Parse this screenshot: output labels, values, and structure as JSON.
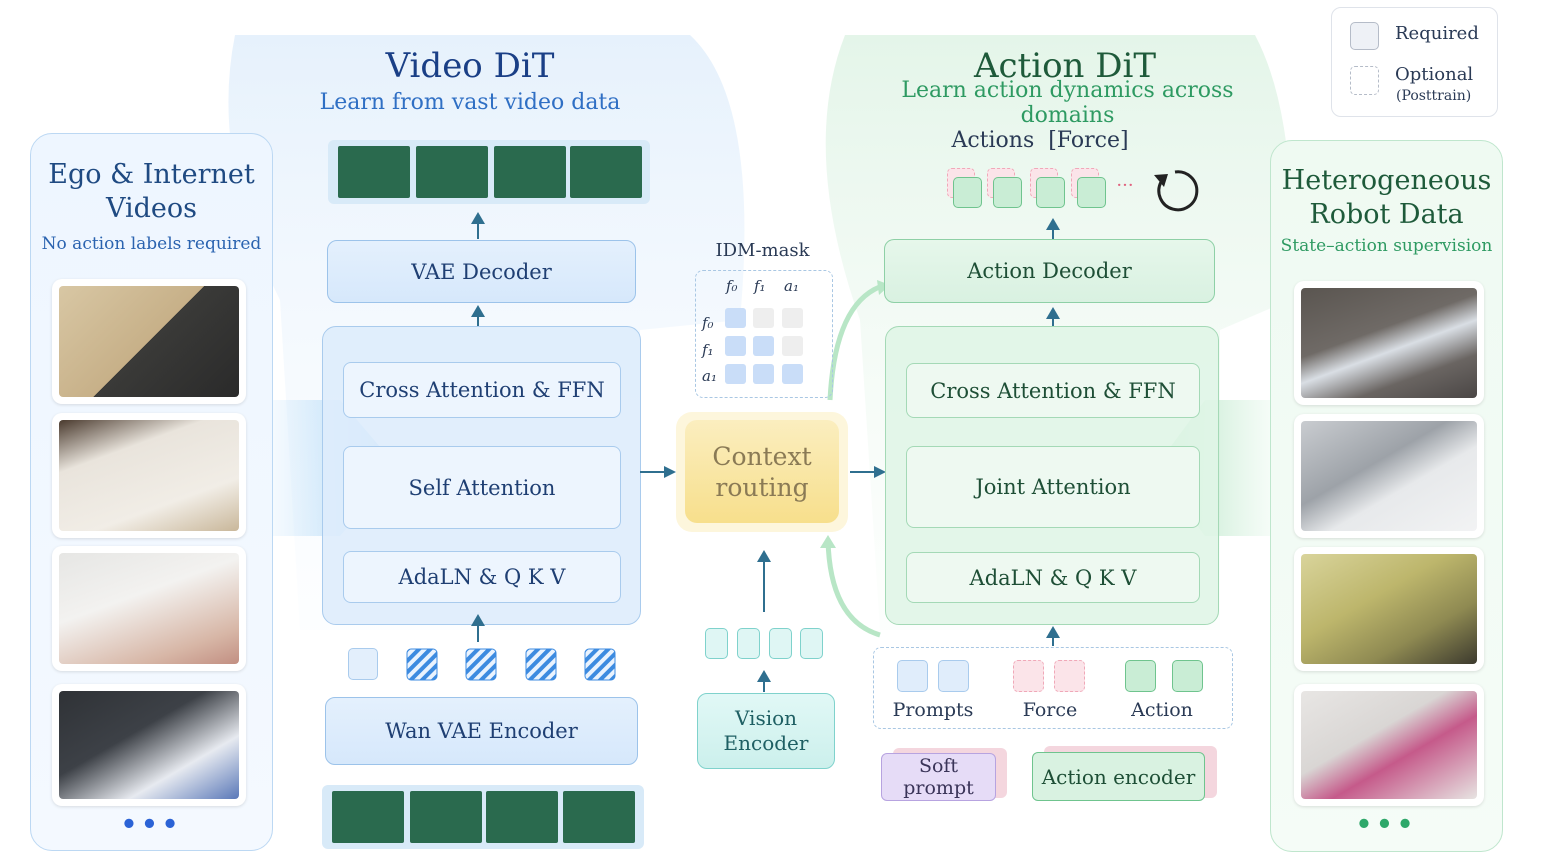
{
  "video_dit": {
    "title": "Video DiT",
    "subtitle": "Learn from vast video data",
    "vae_decoder": "VAE Decoder",
    "cross_attention": "Cross Attention & FFN",
    "self_attention": "Self Attention",
    "adaln": "AdaLN & Q K V",
    "encoder": "Wan VAE Encoder"
  },
  "action_dit": {
    "title": "Action DiT",
    "subtitle": "Learn action dynamics across domains",
    "actions_label": "Actions  [Force]",
    "ellipsis": "···",
    "action_decoder": "Action Decoder",
    "cross_attention": "Cross Attention & FFN",
    "joint_attention": "Joint Attention",
    "adaln": "AdaLN & Q K V"
  },
  "left_panel": {
    "title": "Ego & Internet Videos",
    "subtitle": "No action labels required",
    "more": "•••"
  },
  "right_panel": {
    "title": "Heterogeneous Robot Data",
    "subtitle": "State–action supervision",
    "more": "•••"
  },
  "idm_mask": {
    "title": "IDM-mask",
    "columns": [
      "f₀",
      "f₁",
      "a₁"
    ],
    "rows": [
      "f₀",
      "f₁",
      "a₁"
    ]
  },
  "context_routing": "Context routing",
  "vision_encoder": "Vision Encoder",
  "inputs": {
    "prompts": "Prompts",
    "force": "Force",
    "action": "Action"
  },
  "soft_prompt": "Soft prompt",
  "action_encoder": "Action encoder",
  "legend": {
    "required": "Required",
    "optional": "Optional",
    "optional_note": "(Posttrain)"
  },
  "colors": {
    "video_blue": "#9cc3ea",
    "action_green": "#8ed0a6",
    "context_yellow": "#f8e7a8",
    "vision_cyan": "#9fe0dc",
    "force_pink": "#f3c6cf",
    "soft_prompt_purple": "#c9b8ec"
  }
}
